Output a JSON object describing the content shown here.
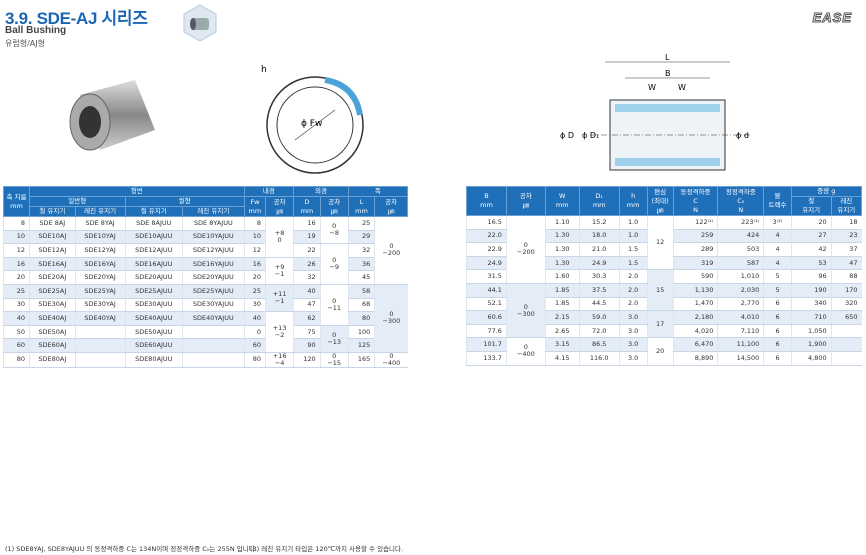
{
  "header": {
    "title": "3.9. SDE-AJ 시리즈",
    "subtitle": "Ball Bushing",
    "subtitle2": "유럽형/AJ형",
    "brand": "EASE"
  },
  "drawing": {
    "h": "h",
    "fw": "ϕ Fw",
    "L": "L",
    "B": "B",
    "W1": "W",
    "W2": "W",
    "D": "ϕ D",
    "D1": "ϕ D₁",
    "d": "ϕ d"
  },
  "left_table": {
    "h_shaft": "축 지름",
    "h_mm": "mm",
    "h_model": "형번",
    "h_general": "일반형",
    "h_seal": "씰형",
    "h_steel": "철 유지기",
    "h_resin": "레진 유지기",
    "h_bore": "내경",
    "h_od": "외경",
    "h_width": "폭",
    "h_fw": "Fw",
    "h_tol": "공차",
    "h_um": "㎛",
    "h_D": "D",
    "h_L": "L",
    "rows": [
      [
        "8",
        "SDE 8AJ",
        "SDE 8YAJ",
        "SDE 8AJUU",
        "SDE 8YAJUU",
        "8",
        "16",
        "25"
      ],
      [
        "10",
        "SDE10AJ",
        "SDE10YAJ",
        "SDE10AJUU",
        "SDE10YAJUU",
        "10",
        "19",
        "29"
      ],
      [
        "12",
        "SDE12AJ",
        "SDE12YAJ",
        "SDE12AJUU",
        "SDE12YAJUU",
        "12",
        "22",
        "32"
      ],
      [
        "16",
        "SDE16AJ",
        "SDE16YAJ",
        "SDE16AJUU",
        "SDE16YAJUU",
        "16",
        "26",
        "36"
      ],
      [
        "20",
        "SDE20AJ",
        "SDE20YAJ",
        "SDE20AJUU",
        "SDE20YAJUU",
        "20",
        "32",
        "45"
      ],
      [
        "25",
        "SDE25AJ",
        "SDE25YAJ",
        "SDE25AJUU",
        "SDE25YAJUU",
        "25",
        "40",
        "58"
      ],
      [
        "30",
        "SDE30AJ",
        "SDE30YAJ",
        "SDE30AJUU",
        "SDE30YAJUU",
        "30",
        "47",
        "68"
      ],
      [
        "40",
        "SDE40AJ",
        "SDE40YAJ",
        "SDE40AJUU",
        "SDE40YAJUU",
        "40",
        "62",
        "80"
      ],
      [
        "50",
        "SDE50AJ",
        "",
        "SDE50AJUU",
        "",
        "0",
        "75",
        "100"
      ],
      [
        "60",
        "SDE60AJ",
        "",
        "SDE60AJUU",
        "",
        "60",
        "90",
        "125"
      ],
      [
        "80",
        "SDE80AJ",
        "",
        "SDE80AJUU",
        "",
        "80",
        "120",
        "165"
      ]
    ],
    "fw_tol": [
      [
        "+8",
        "0"
      ],
      [
        "+9",
        "−1"
      ],
      [
        "+11",
        "−1"
      ],
      [
        "+13",
        "−2"
      ],
      [
        "+16",
        "−4"
      ]
    ],
    "d_tol": [
      [
        "0",
        "−8"
      ],
      [
        "0",
        "−9"
      ],
      [
        "0",
        "−11"
      ],
      [
        "0",
        "−13"
      ],
      [
        "0",
        "−15"
      ]
    ],
    "l_tol": [
      [
        "0",
        "−200"
      ],
      [
        "0",
        "−300"
      ],
      [
        "0",
        "−400"
      ]
    ]
  },
  "right_table": {
    "h_B": "B",
    "h_mm": "mm",
    "h_tol": "공차",
    "h_um": "㎛",
    "h_W": "W",
    "h_D1": "D₁",
    "h_h": "h",
    "h_ecc": "편심",
    "h_ecc2": "(최대)",
    "h_dyn": "동정격하중",
    "h_C": "C",
    "h_N": "N",
    "h_stat": "정정격하중",
    "h_C0": "C₀",
    "h_ball": "볼",
    "h_ball2": "트랙수",
    "h_weight": "중량 g",
    "h_steel": "철",
    "h_resin": "레진",
    "h_keeper": "유지기",
    "rows": [
      [
        "16.5",
        "1.10",
        "15.2",
        "1.0",
        "122⁽¹⁾",
        "223⁽¹⁾",
        "3⁽²⁾",
        "20",
        "18"
      ],
      [
        "22.0",
        "1.30",
        "18.0",
        "1.0",
        "259",
        "424",
        "4",
        "27",
        "23"
      ],
      [
        "22.9",
        "1.30",
        "21.0",
        "1.5",
        "289",
        "503",
        "4",
        "42",
        "37"
      ],
      [
        "24.9",
        "1.30",
        "24.9",
        "1.5",
        "319",
        "587",
        "4",
        "53",
        "47"
      ],
      [
        "31.5",
        "1.60",
        "30.3",
        "2.0",
        "590",
        "1,010",
        "5",
        "96",
        "88"
      ],
      [
        "44.1",
        "1.85",
        "37.5",
        "2.0",
        "1,130",
        "2,030",
        "5",
        "190",
        "170"
      ],
      [
        "52.1",
        "1.85",
        "44.5",
        "2.0",
        "1,470",
        "2,770",
        "6",
        "340",
        "320"
      ],
      [
        "60.6",
        "2.15",
        "59.0",
        "3.0",
        "2,180",
        "4,010",
        "6",
        "710",
        "650"
      ],
      [
        "77.6",
        "2.65",
        "72.0",
        "3.0",
        "4,020",
        "7,110",
        "6",
        "1,050",
        ""
      ],
      [
        "101.7",
        "3.15",
        "86.5",
        "3.0",
        "6,470",
        "11,100",
        "6",
        "1,900",
        ""
      ],
      [
        "133.7",
        "4.15",
        "116.0",
        "3.0",
        "8,890",
        "14,500",
        "6",
        "4,800",
        ""
      ]
    ],
    "b_tol": [
      [
        "0",
        "−200"
      ],
      [
        "0",
        "−300"
      ],
      [
        "0",
        "−400"
      ]
    ],
    "ecc": [
      "12",
      "15",
      "17",
      "20"
    ]
  },
  "footnotes": [
    "(1) SDE8YAJ, SDE8YAJUU 의 동정격하중 C는 134N이며 정정격하중 C₀는 255N 입니다.",
    "(3) 레진 유지기 타입은 120℃까지 사용할 수 있습니다."
  ]
}
